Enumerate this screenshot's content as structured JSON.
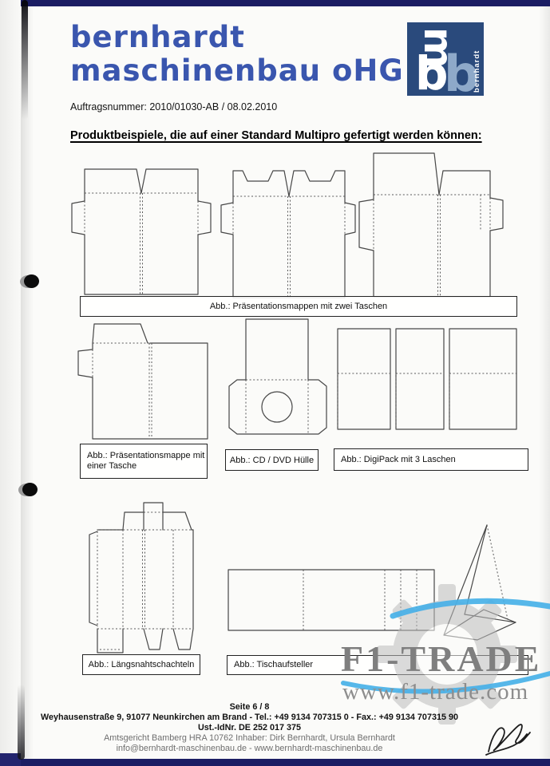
{
  "header": {
    "company_name_line1": "bernhardt",
    "company_name_line2": "maschinenbau oHG",
    "order_line": "Auftragsnummer: 2010/01030-AB  /  08.02.2010",
    "logo_letter_m": "m",
    "logo_letter_b": "b",
    "logo_vertical_text": "bernhardt"
  },
  "title": "Produktbeispiele, die auf einer Standard Multipro gefertigt werden können:",
  "captions": {
    "row1": "Abb.: Präsentationsmappen mit zwei Taschen",
    "row2_left": "Abb.: Präsentationsmappe mit einer Tasche",
    "row2_mid": "Abb.:  CD / DVD Hülle",
    "row2_right": "Abb.:  DigiPack mit 3 Laschen",
    "row3_left": "Abb.: Längsnahtschachteln",
    "row3_right": "Abb.:  Tischaufsteller"
  },
  "watermark": {
    "brand": "F1-TRADE",
    "url": "www.f1-trade.com",
    "gray": "#7f7f7f",
    "blue": "#45b0e8"
  },
  "footer": {
    "page_number": "Seite 6 / 8",
    "address_line": "Weyhausenstraße 9, 91077 Neunkirchen am Brand - Tel.: +49 9134 707315 0  - Fax.: +49 9134 707315 90",
    "vat_line": "Ust.-IdNr. DE 252 017 375",
    "registry_line": "Amtsgericht Bamberg HRA 10762 Inhaber: Dirk Bernhardt, Ursula Bernhardt",
    "contact_line": "info@bernhardt-maschinenbau.de  -  www.bernhardt-maschinenbau.de"
  },
  "colors": {
    "brand_blue": "#3a56ae",
    "logo_navy": "#2a4a7c",
    "scan_edge_navy": "#1b1d63"
  }
}
